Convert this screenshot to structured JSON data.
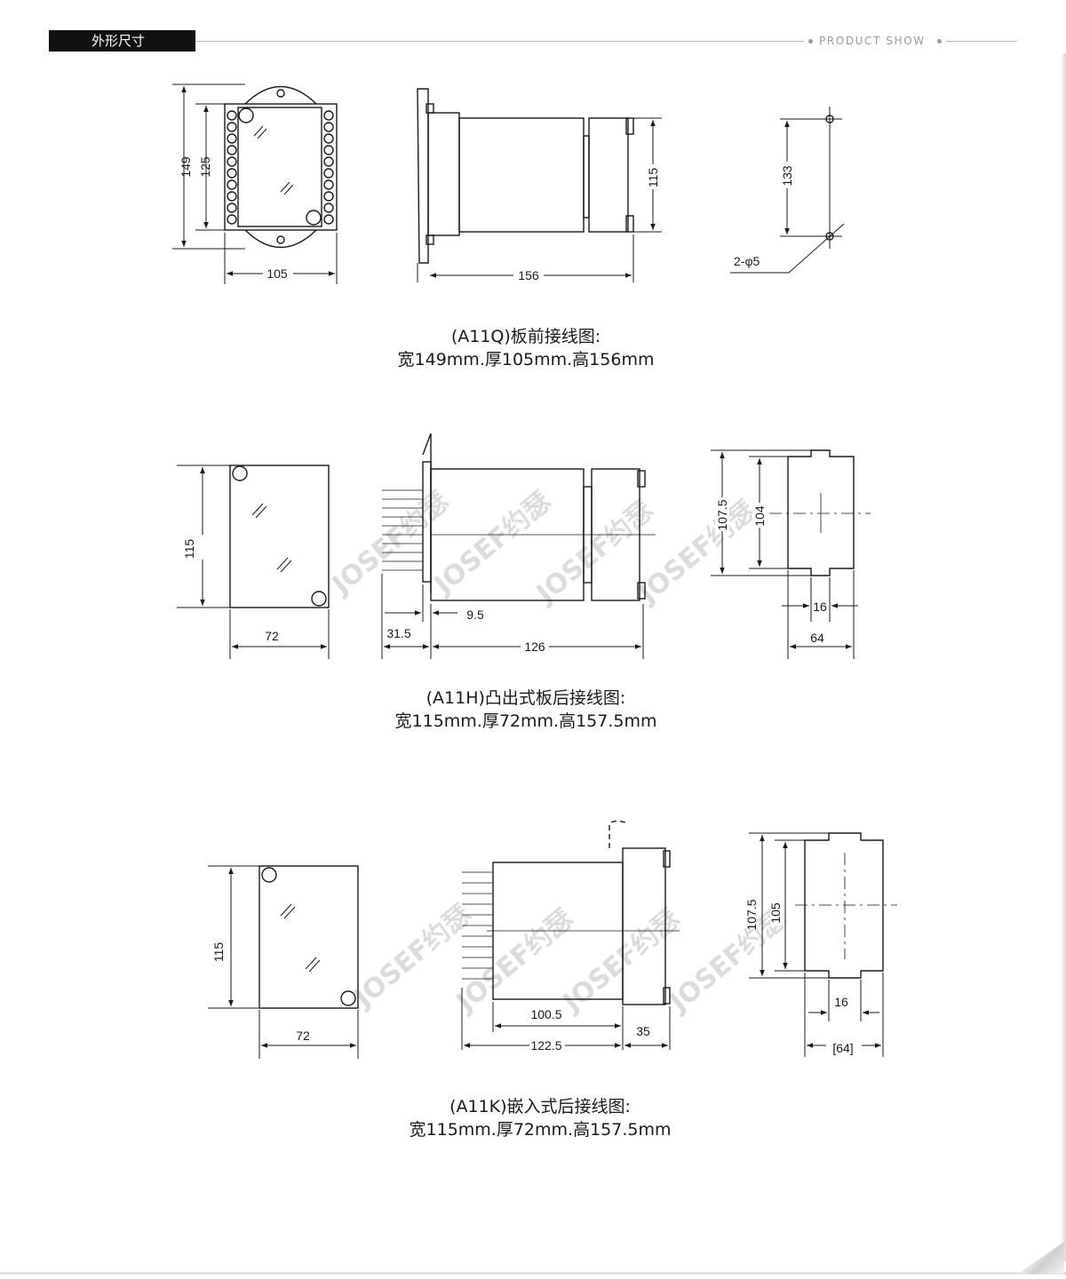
{
  "header": {
    "section_title": "外形尺寸",
    "product_show": "PRODUCT SHOW"
  },
  "watermark": "JOSEF约瑟",
  "diagrams": [
    {
      "caption_line1": "(A11Q)板前接线图:",
      "caption_line2": "宽149mm.厚105mm.高156mm",
      "dims": {
        "front_height_outer": "149",
        "front_height_inner": "125",
        "front_width": "105",
        "side_depth": "156",
        "side_height": "115",
        "hole_spacing": "133",
        "hole_spec": "2-φ5"
      }
    },
    {
      "caption_line1": "(A11H)凸出式板后接线图:",
      "caption_line2": "宽115mm.厚72mm.高157.5mm",
      "dims": {
        "front_height": "115",
        "front_width": "72",
        "side_offset": "31.5",
        "side_gap": "9.5",
        "side_depth": "126",
        "cutout_outer": "107.5",
        "cutout_inner": "104",
        "cutout_tab": "16",
        "cutout_width": "64"
      }
    },
    {
      "caption_line1": "(A11K)嵌入式后接线图:",
      "caption_line2": "宽115mm.厚72mm.高157.5mm",
      "dims": {
        "front_height": "115",
        "front_width": "72",
        "side_inner": "100.5",
        "side_depth": "122.5",
        "side_front": "35",
        "cutout_outer": "107.5",
        "cutout_inner": "105",
        "cutout_tab": "16",
        "cutout_width": "[64]"
      }
    }
  ]
}
